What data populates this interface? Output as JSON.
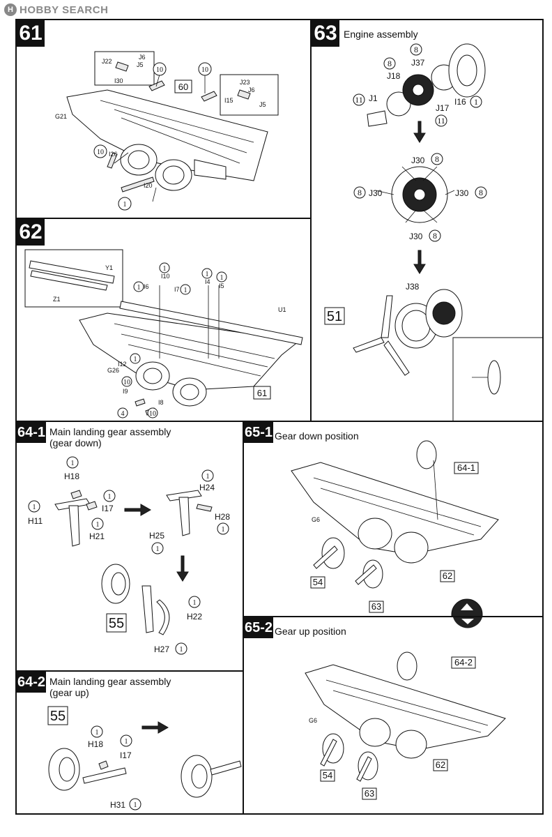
{
  "watermark": {
    "logo": "H",
    "text": "HOBBY SEARCH"
  },
  "steps": {
    "s61": {
      "number": "61",
      "box_ref": "60",
      "labels": [
        "J22",
        "J6",
        "J5",
        "I30",
        "J23",
        "J6",
        "I15",
        "J5",
        "G21",
        "I26",
        "I20"
      ],
      "circles": [
        "10",
        "10",
        "10",
        "1"
      ]
    },
    "s62": {
      "number": "62",
      "box_ref": "61",
      "labels": [
        "Y1",
        "Z1",
        "I10",
        "I6",
        "I7",
        "I4",
        "I5",
        "U1",
        "I12",
        "G26",
        "I9",
        "I8"
      ],
      "circles": [
        "1",
        "1",
        "1",
        "1",
        "1",
        "1",
        "10",
        "10",
        "4"
      ]
    },
    "s63": {
      "number": "63",
      "title": "Engine assembly",
      "box_ref": "51",
      "labels": [
        "J37",
        "J18",
        "J1",
        "J17",
        "I16",
        "J30",
        "J30",
        "J30",
        "J30",
        "J38"
      ],
      "circles": [
        "8",
        "8",
        "11",
        "1",
        "11",
        "8",
        "8",
        "8",
        "8"
      ]
    },
    "s64_1": {
      "number": "64-1",
      "title_line1": "Main landing gear assembly",
      "title_line2": "(gear down)",
      "box_ref": "55",
      "labels": [
        "H18",
        "I17",
        "H11",
        "H21",
        "H24",
        "H28",
        "H25",
        "H22",
        "H27"
      ],
      "circles": [
        "1",
        "1",
        "1",
        "1",
        "1",
        "1",
        "1",
        "1",
        "1"
      ]
    },
    "s64_2": {
      "number": "64-2",
      "title_line1": "Main landing gear assembly",
      "title_line2": "(gear up)",
      "box_ref": "55",
      "labels": [
        "H18",
        "I17",
        "H31"
      ],
      "circles": [
        "1",
        "1",
        "1"
      ]
    },
    "s65_1": {
      "number": "65-1",
      "title": "Gear down position",
      "labels": [
        "G6"
      ],
      "box_refs": [
        "64-1",
        "54",
        "62",
        "63"
      ]
    },
    "s65_2": {
      "number": "65-2",
      "title": "Gear up position",
      "labels": [
        "G6"
      ],
      "box_refs": [
        "64-2",
        "54",
        "62",
        "63"
      ]
    }
  }
}
